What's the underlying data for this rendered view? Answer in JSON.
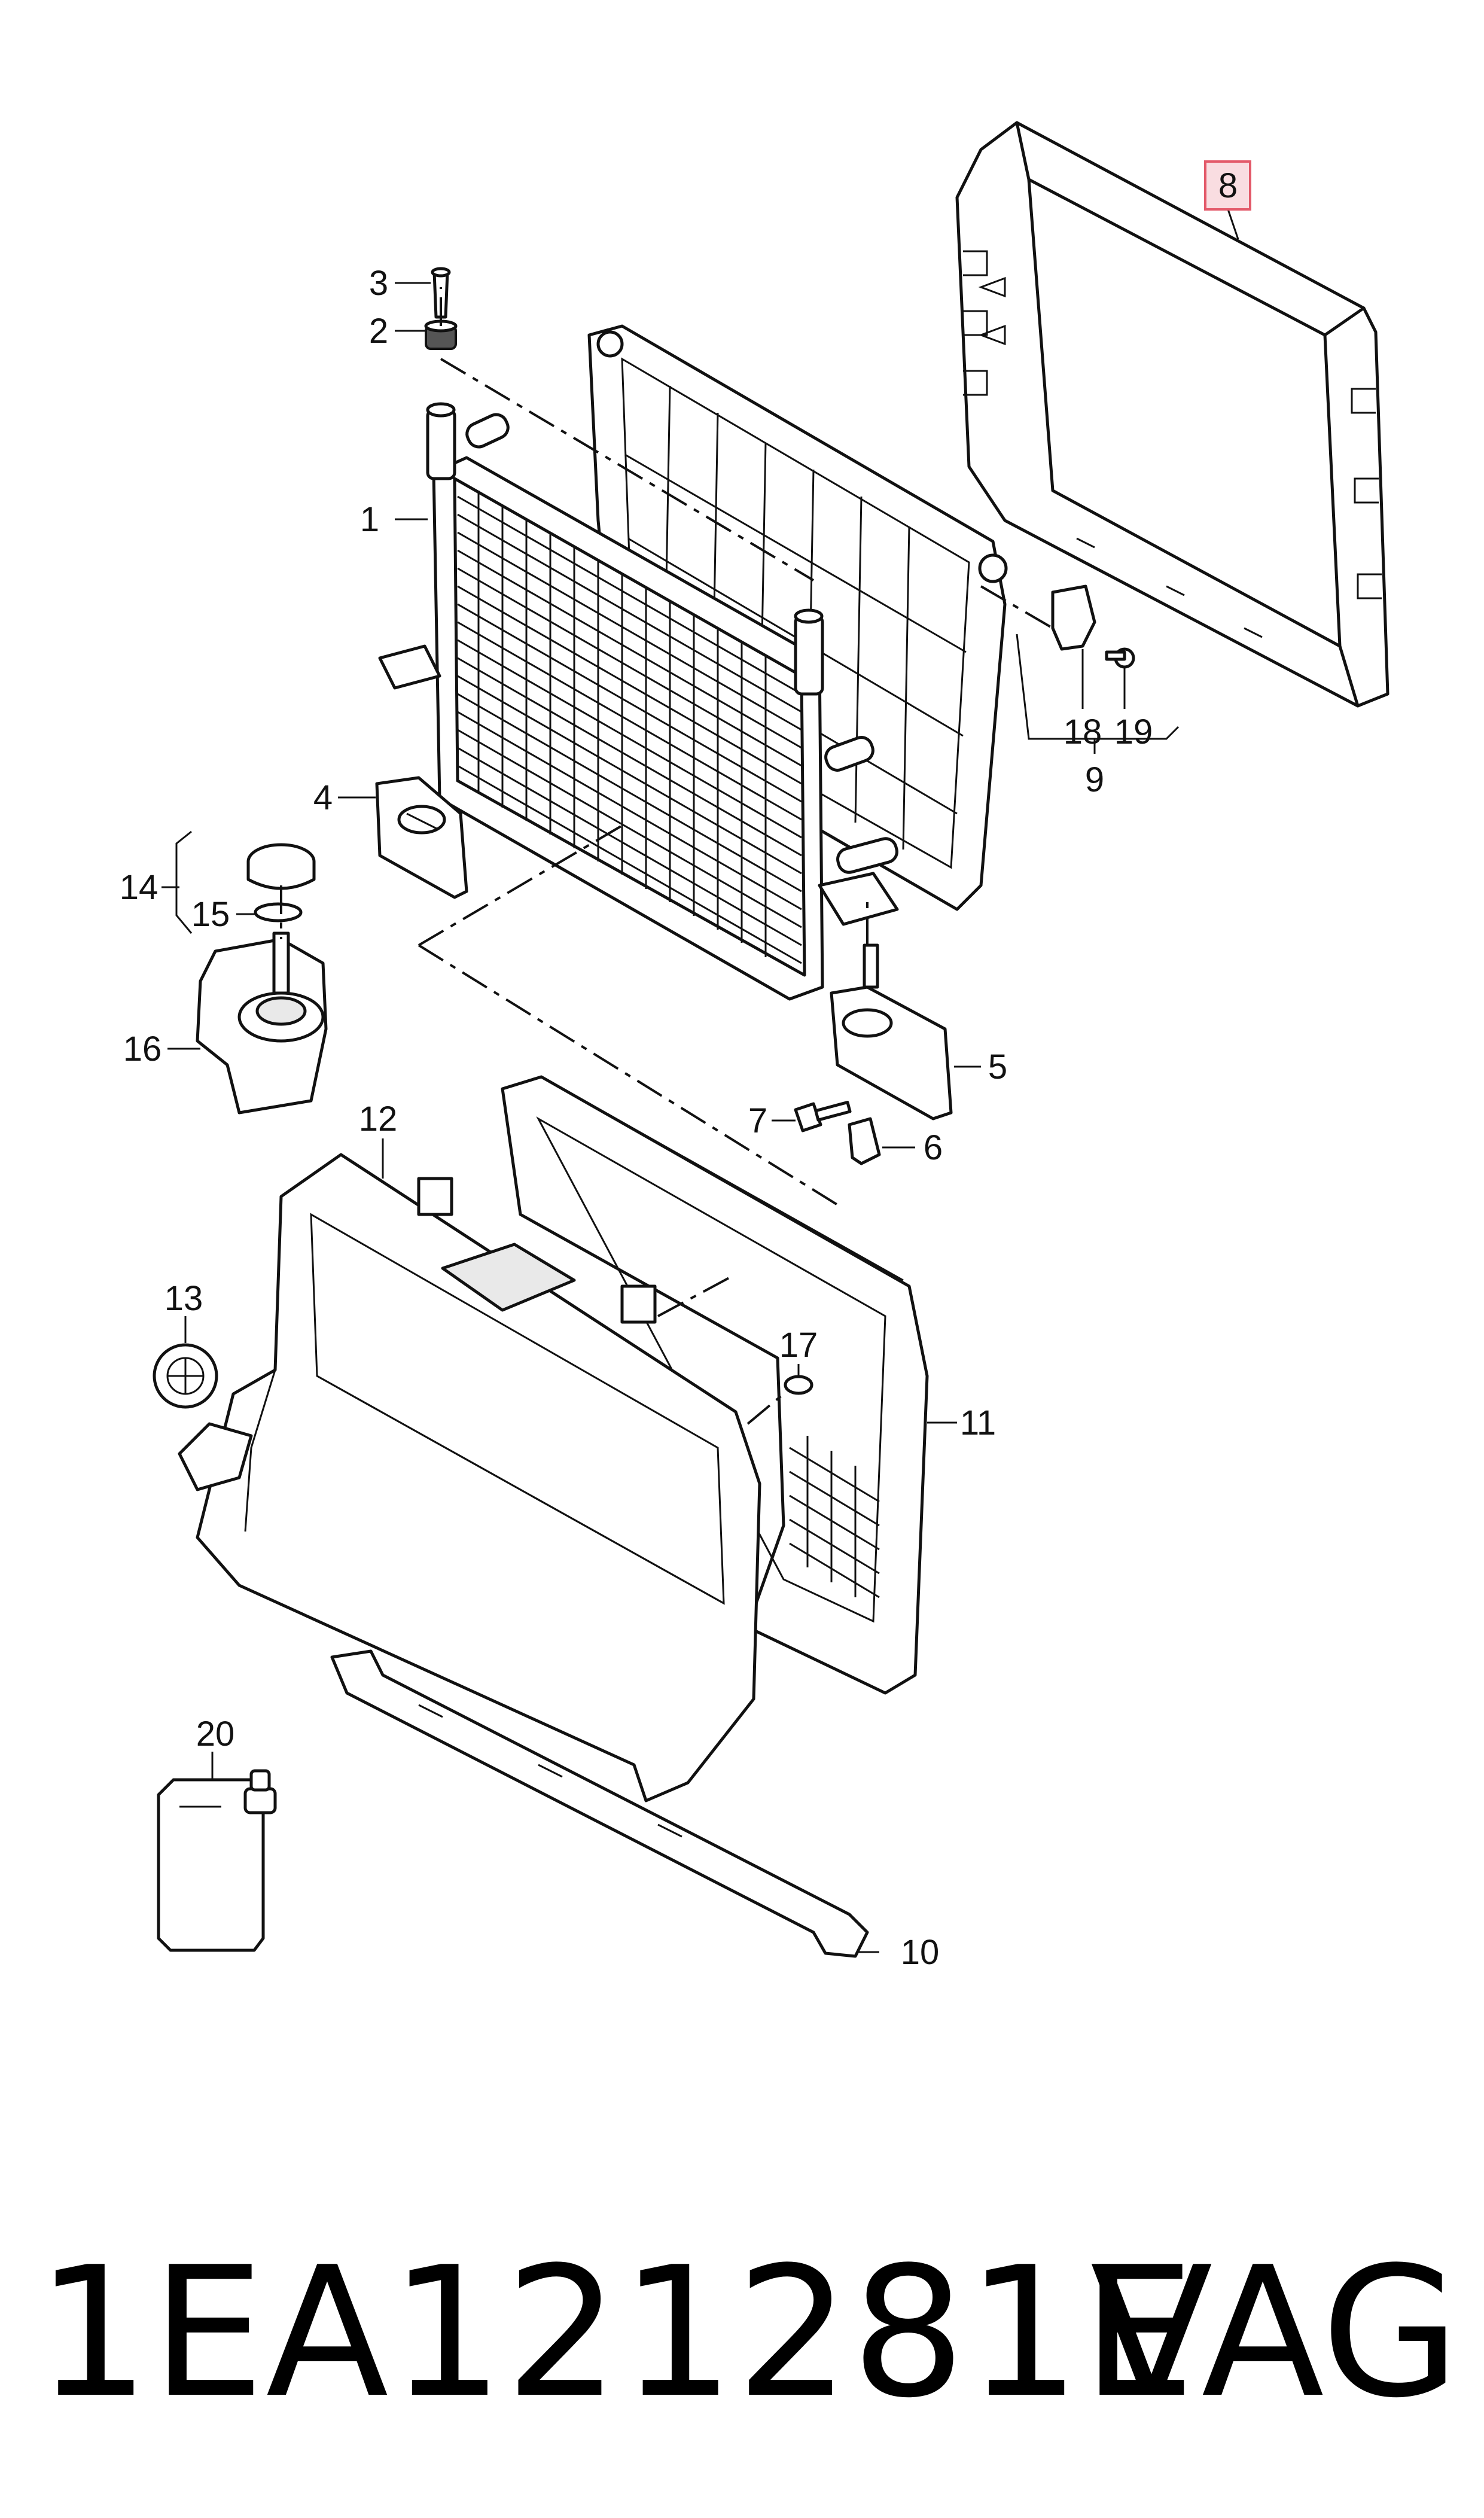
{
  "callouts": [
    {
      "id": "1",
      "label": "1"
    },
    {
      "id": "2",
      "label": "2"
    },
    {
      "id": "3",
      "label": "3"
    },
    {
      "id": "4",
      "label": "4"
    },
    {
      "id": "5",
      "label": "5"
    },
    {
      "id": "6",
      "label": "6"
    },
    {
      "id": "7",
      "label": "7"
    },
    {
      "id": "8",
      "label": "8"
    },
    {
      "id": "9",
      "label": "9"
    },
    {
      "id": "10",
      "label": "10"
    },
    {
      "id": "11",
      "label": "11"
    },
    {
      "id": "12",
      "label": "12"
    },
    {
      "id": "13",
      "label": "13"
    },
    {
      "id": "14",
      "label": "14"
    },
    {
      "id": "15",
      "label": "15"
    },
    {
      "id": "16",
      "label": "16"
    },
    {
      "id": "17",
      "label": "17"
    },
    {
      "id": "18",
      "label": "18"
    },
    {
      "id": "19",
      "label": "19"
    },
    {
      "id": "20",
      "label": "20"
    }
  ],
  "highlight": {
    "callout": "8",
    "color": "#e35a6a",
    "fill": "#f9dde1"
  },
  "footer": {
    "part_number": "1EA121281E",
    "brand": "VAG"
  }
}
